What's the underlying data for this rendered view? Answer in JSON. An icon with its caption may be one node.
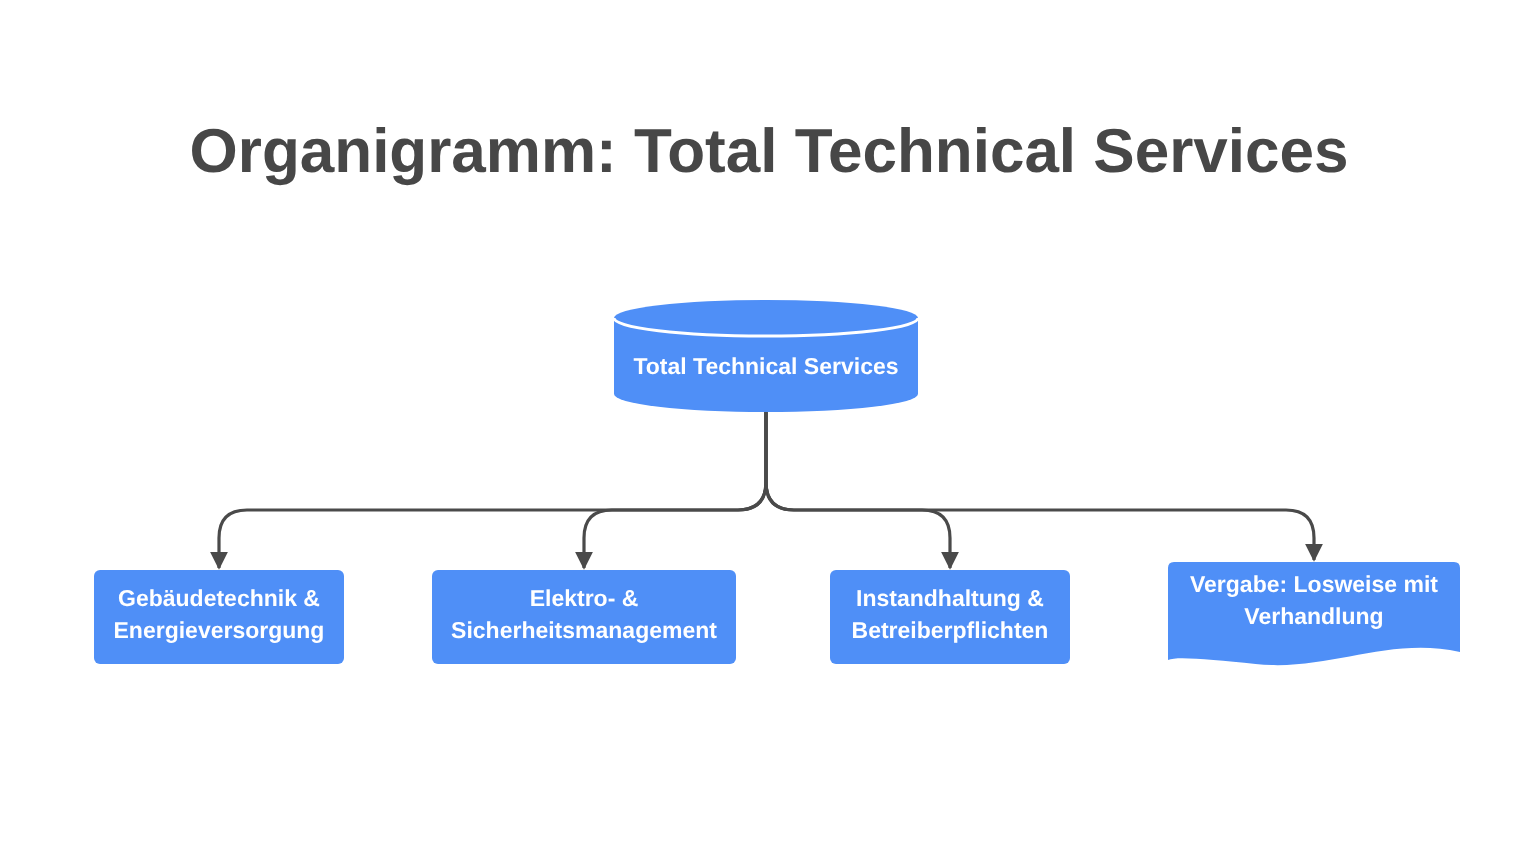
{
  "diagram": {
    "title": "Organigramm: Total Technical Services",
    "nodes": [
      {
        "text": [
          "Total Technical Services"
        ]
      },
      {
        "text": [
          "Gebäudetechnik & Energieversorgung"
        ]
      },
      {
        "text": [
          "Elektro- & Sicherheitsmanagement"
        ]
      },
      {
        "text": [
          "Instandhaltung & Betreiberpflichten"
        ]
      },
      {
        "text": [
          "Vergabe: Losweise mit Verhandlung"
        ]
      }
    ],
    "edges": [
      {
        "from": 0,
        "to": 1,
        "arrow": "to"
      },
      {
        "from": 0,
        "to": 2,
        "arrow": "to"
      },
      {
        "from": 0,
        "to": 3,
        "arrow": "to"
      },
      {
        "from": 0,
        "to": 4,
        "arrow": "to"
      }
    ]
  }
}
